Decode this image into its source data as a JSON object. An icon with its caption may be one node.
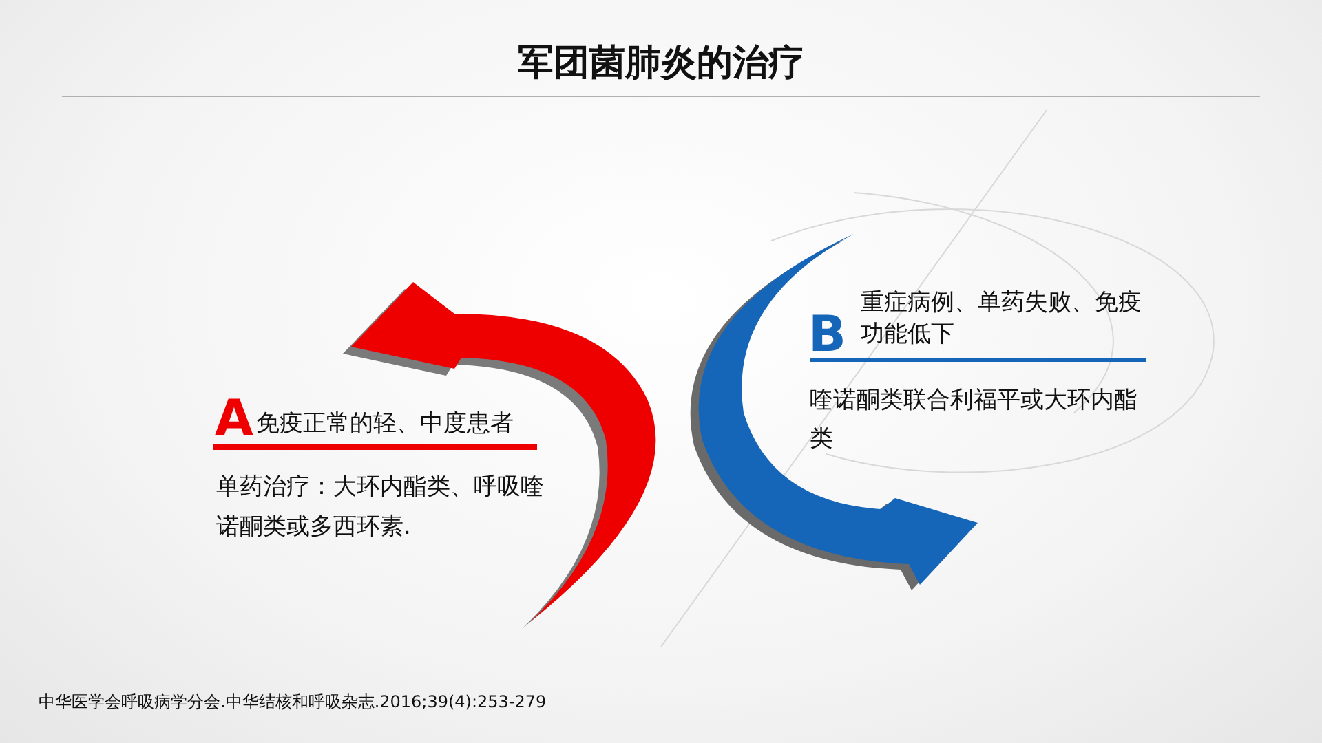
{
  "diagram": {
    "title": "军团菌肺炎的治疗",
    "labels": [
      "A",
      "免疫正常的轻、中度患者",
      "单药治疗：大环内酯类、呼吸喹诺酮类或多西环素.",
      "B",
      "重症病例、单药失败、免疫功能低下",
      "喹诺酮类联合利福平或大环内酯类",
      "中华医学会呼吸病学分会.中华结核和呼吸杂志.2016;39(4):253-279"
    ]
  }
}
